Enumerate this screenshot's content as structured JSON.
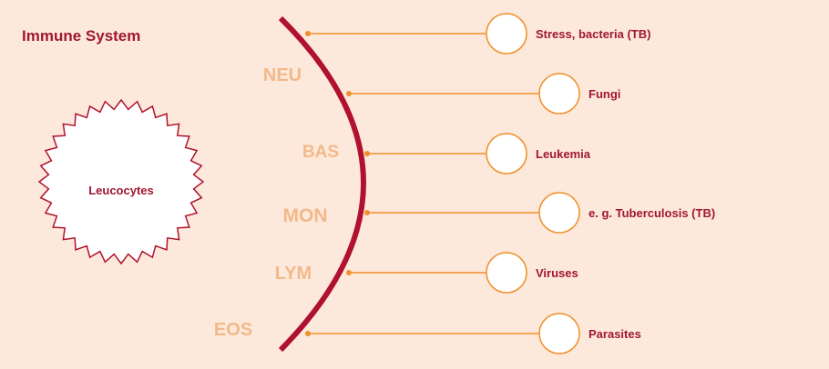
{
  "title": "Immune System",
  "center_label": "Leucocytes",
  "colors": {
    "background": "#fde9dc",
    "arc": "#b0122e",
    "title": "#a01730",
    "cell_type": "#f2b98a",
    "connector": "#f0902a",
    "node_fill": "#ffffff",
    "disease_text": "#a01730",
    "star_stroke": "#b0122e"
  },
  "cell_types": [
    {
      "abbr": "NEU",
      "targets": "Stress, bacteria (TB)"
    },
    {
      "abbr": "",
      "targets": "Fungi"
    },
    {
      "abbr": "BAS",
      "targets": "Leukemia"
    },
    {
      "abbr": "MON",
      "targets": "e. g. Tuberculosis (TB)"
    },
    {
      "abbr": "LYM",
      "targets": "Viruses"
    },
    {
      "abbr": "EOS",
      "targets": "Parasites"
    }
  ]
}
